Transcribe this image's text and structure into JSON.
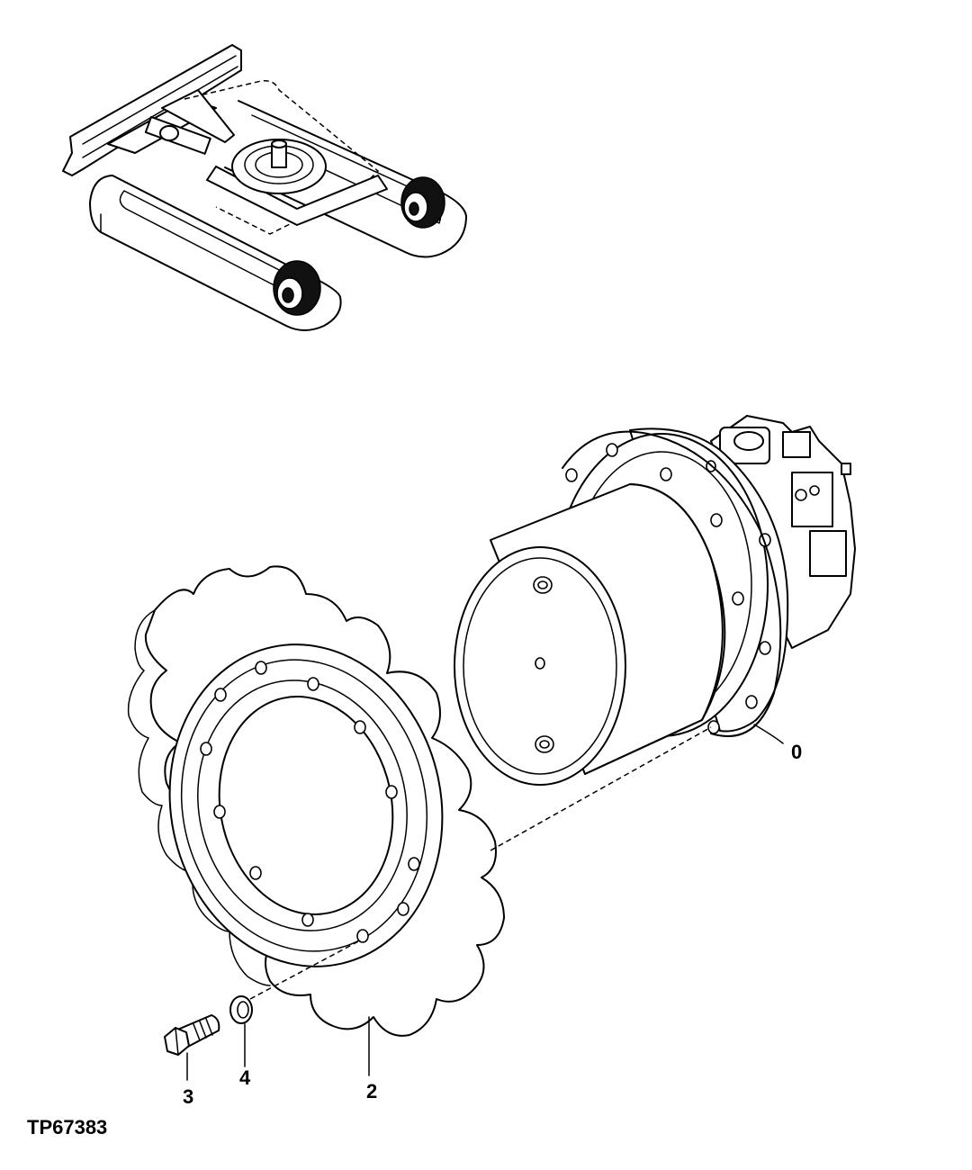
{
  "callouts": {
    "motor": "0",
    "sprocket": "2",
    "bolt": "3",
    "washer": "4"
  },
  "figure_id": "TP67383",
  "colors": {
    "line": "#000000",
    "background": "#ffffff"
  }
}
